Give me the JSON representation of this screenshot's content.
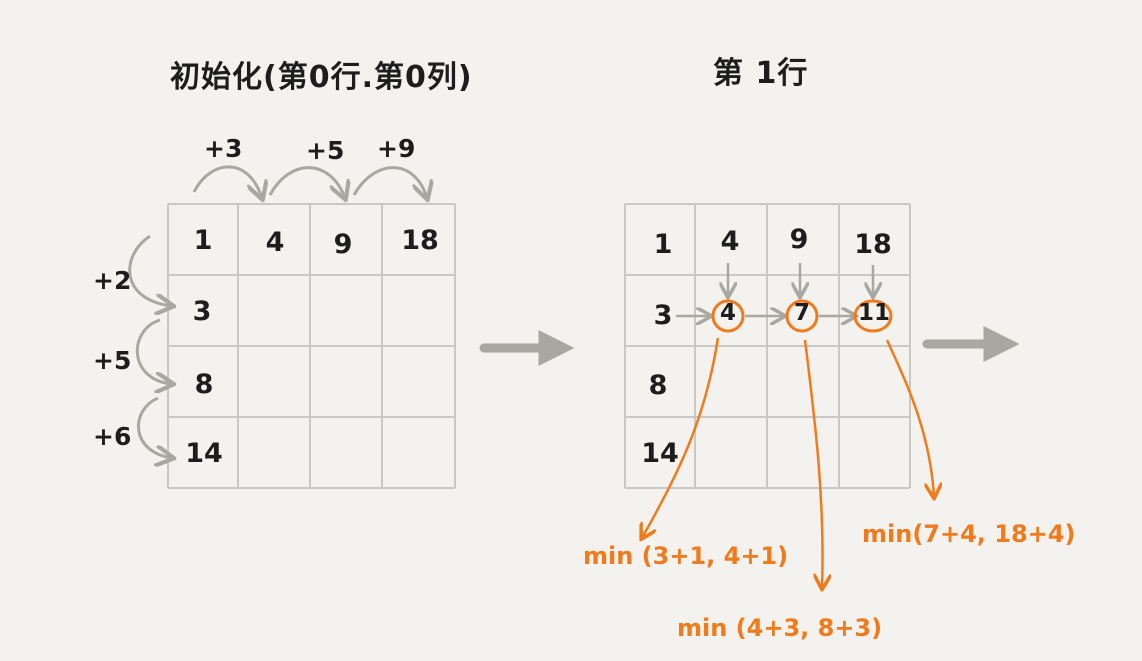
{
  "titles": {
    "left": "初始化(第0行.第0列)",
    "right": "第 1行"
  },
  "left_grid": {
    "row0": [
      "1",
      "4",
      "9",
      "18"
    ],
    "col0": [
      "3",
      "8",
      "14"
    ],
    "col_increments": [
      "+3",
      "+5",
      "+9"
    ],
    "row_increments": [
      "+2",
      "+5",
      "+6"
    ]
  },
  "right_grid": {
    "row0": [
      "1",
      "4",
      "9",
      "18"
    ],
    "row1": [
      "3",
      "4",
      "7",
      "11"
    ],
    "col0_rest": [
      "8",
      "14"
    ]
  },
  "formulas": [
    "min (3+1, 4+1)",
    "min (4+3, 8+3)",
    "min(7+4, 18+4)"
  ],
  "colors": {
    "background": "#f4f2ee",
    "grid": "#c8c8c6",
    "arrow_gray": "#a8a7a2",
    "highlight": "#f07a1c",
    "text": "#1d1d1d"
  }
}
